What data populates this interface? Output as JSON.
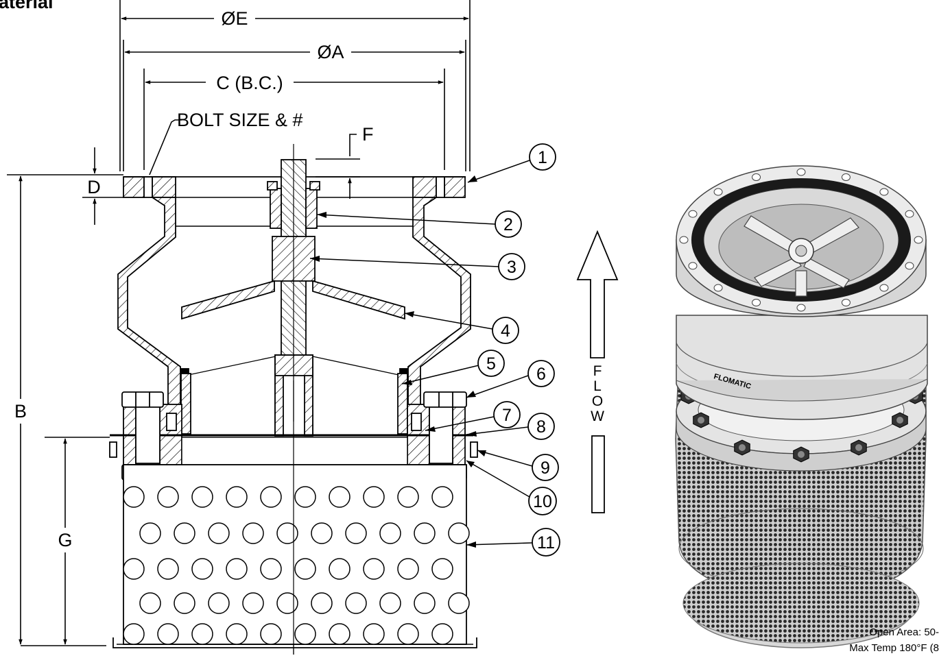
{
  "title": "aterial",
  "dimensions": {
    "E": "ØE",
    "A": "ØA",
    "C": "C (B.C.)",
    "bolt": "BOLT SIZE & #",
    "F": "F",
    "D": "D",
    "B": "B",
    "G": "G"
  },
  "flow_letters": [
    "F",
    "L",
    "O",
    "W"
  ],
  "callouts": [
    "1",
    "2",
    "3",
    "4",
    "5",
    "6",
    "7",
    "8",
    "9",
    "10",
    "11"
  ],
  "photo_brand": "FLOMATIC",
  "notes": [
    "Open Area: 50-",
    "Max Temp 180°F (8"
  ],
  "colors": {
    "line": "#000000",
    "background": "#ffffff"
  }
}
